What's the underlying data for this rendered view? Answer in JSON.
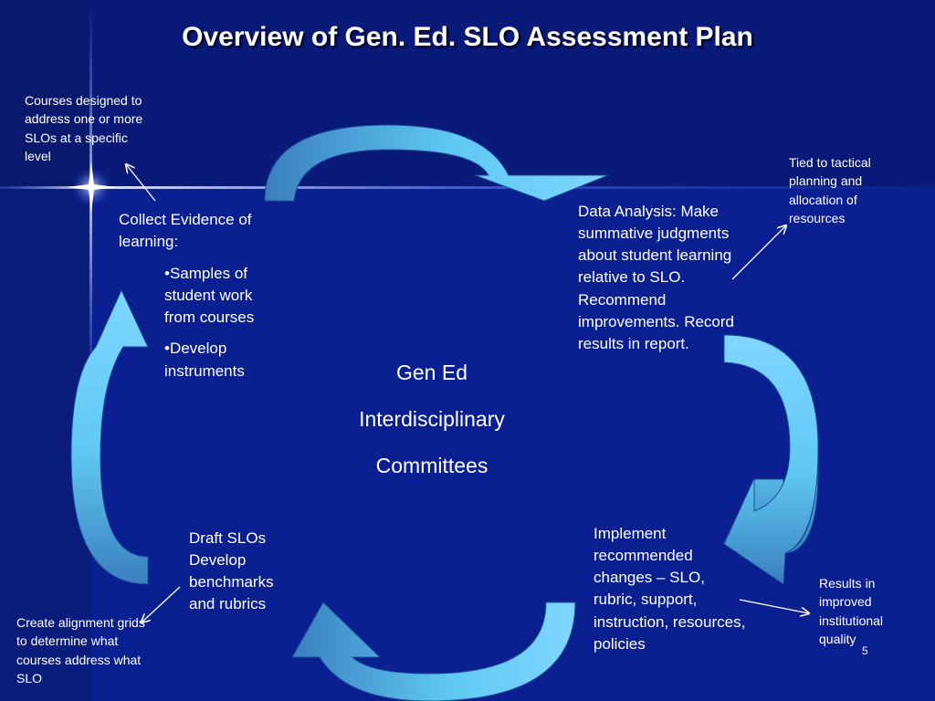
{
  "slide": {
    "title": "Overview of Gen. Ed. SLO Assessment Plan",
    "slide_number": "5"
  },
  "center": {
    "line1": "Gen Ed",
    "line2": "Interdisciplinary",
    "line3": "Committees"
  },
  "stages": {
    "collect": {
      "heading": "Collect Evidence of learning:",
      "bullet1": "•Samples of student work from courses",
      "bullet2": "•Develop instruments"
    },
    "analysis": {
      "text": "Data Analysis: Make summative judgments about student learning relative to SLO. Recommend improvements. Record results in report."
    },
    "implement": {
      "text": "Implement recommended changes – SLO, rubric, support, instruction, resources, policies"
    },
    "draft": {
      "line1": "Draft SLOs",
      "line2": "Develop benchmarks and rubrics"
    }
  },
  "notes": {
    "courses": "Courses designed to address one or more SLOs at a specific level",
    "tactical": "Tied to tactical planning and allocation of resources",
    "results": "Results in improved institutional quality",
    "alignment": "Create alignment grids to determine what courses address what SLO"
  },
  "colors": {
    "background": "#0a1f86",
    "arrow_light": "#5fc8f3",
    "arrow_dark": "#3a7fbf",
    "text": "#ffffff"
  },
  "icons": {
    "sparkle": "star-sparkle"
  }
}
